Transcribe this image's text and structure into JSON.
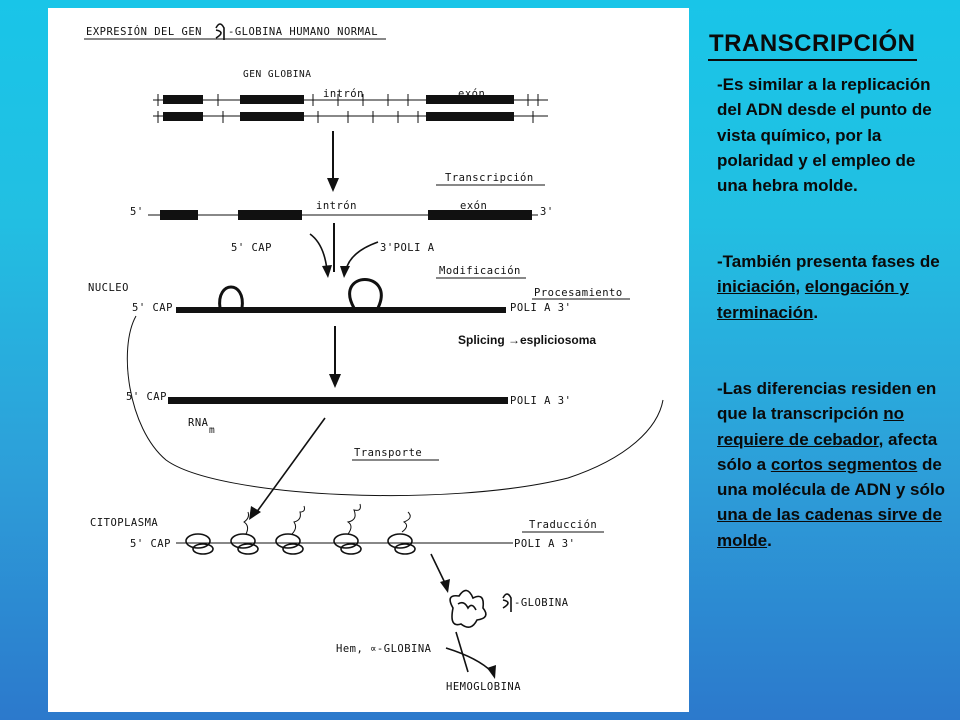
{
  "panel": {
    "title": "TRANSCRIPCIÓN",
    "p1": {
      "text": "-Es similar a la replicación del ADN desde el punto de vista químico, por la polaridad y el empleo de una hebra molde."
    },
    "p2": {
      "pre": "-También presenta fases de ",
      "u1": "iniciación,",
      "mid1": " ",
      "u2": "elongación y",
      "mid2": " ",
      "u3": "terminación",
      "post": "."
    },
    "p3": {
      "pre": "-Las diferencias residen en que la transcripción ",
      "u1": "no requiere de cebador",
      "mid1": ", afecta sólo a ",
      "u2": "cortos segmentos",
      "mid2": " de una molécula de ADN y sólo ",
      "u3": "una de las cadenas sirve de molde",
      "post": "."
    }
  },
  "figure": {
    "header_pre": "EXPRESIÓN DEL GEN",
    "header_post": "-GLOBINA HUMANO NORMAL",
    "gene_label": "GEN GLOBINA",
    "intron_label": "intrón",
    "exon_label": "exón",
    "five_prime": "5'",
    "three_prime": "3'",
    "step_transcription": "Transcripción",
    "intron_label_2": "intrón",
    "exon_label_2": "exón",
    "cap_5": "5' CAP",
    "polya_3": "3'POLI A",
    "step_modification": "Modificación",
    "nucleus_label": "NUCLEO",
    "cap_label": "5' CAP",
    "polya_label": "POLI A 3'",
    "step_processing": "Procesamiento",
    "splicing_note": "Splicing →espliciosoma",
    "cap_label_2": "5' CAP",
    "polya_label_2": "POLI A 3'",
    "rna_label": "RNA",
    "rna_sub": "m",
    "step_transport": "Transporte",
    "cytoplasm_label": "CITOPLASMA",
    "cap_label_3": "5' CAP",
    "polya_label_3": "POLI A 3'",
    "step_translation": "Traducción",
    "beta_globin_label": "-GLOBINA",
    "alpha_globin_label": "Hem, ∝-GLOBINA",
    "hemoglobin_label": "HEMOGLOBINA"
  }
}
